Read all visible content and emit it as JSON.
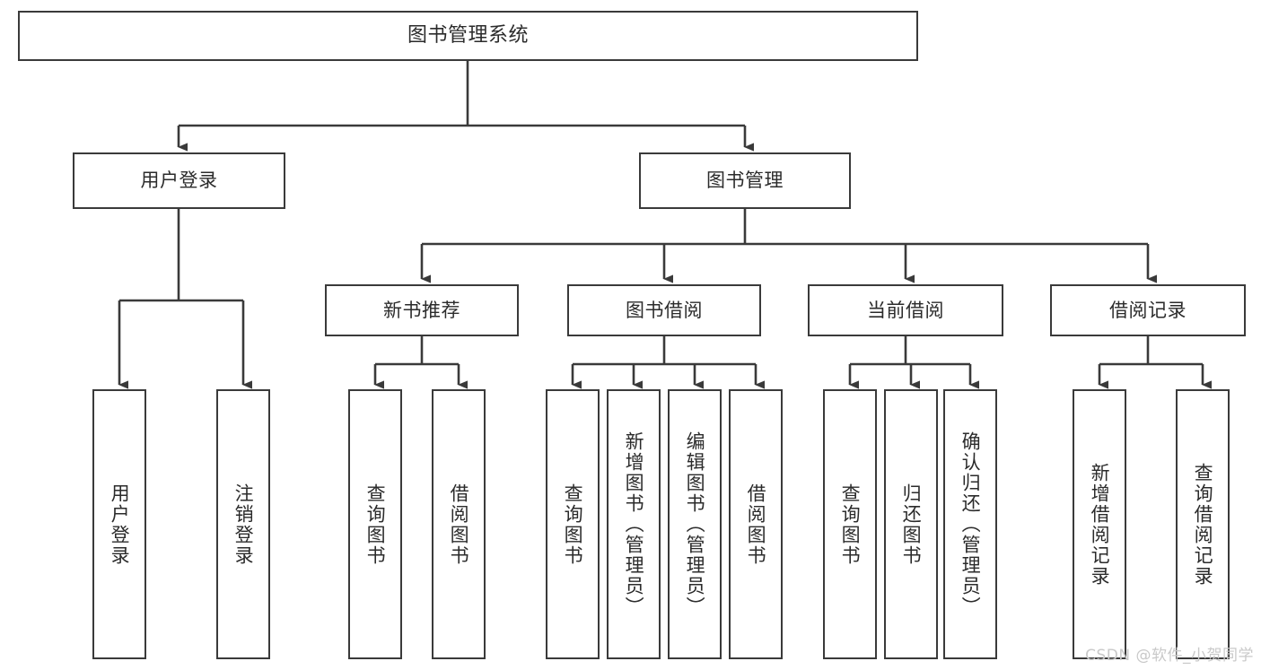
{
  "diagram": {
    "title": "图书管理系统",
    "type": "hierarchy-tree",
    "root": {
      "label": "图书管理系统"
    },
    "level1": [
      {
        "label": "用户登录"
      },
      {
        "label": "图书管理"
      }
    ],
    "level2": [
      {
        "label": "新书推荐"
      },
      {
        "label": "图书借阅"
      },
      {
        "label": "当前借阅"
      },
      {
        "label": "借阅记录"
      }
    ],
    "leaves": [
      {
        "label": "用户登录"
      },
      {
        "label": "注销登录"
      },
      {
        "label": "查询图书"
      },
      {
        "label": "借阅图书"
      },
      {
        "label": "查询图书"
      },
      {
        "label": "新增图书（管理员）"
      },
      {
        "label": "编辑图书（管理员）"
      },
      {
        "label": "借阅图书"
      },
      {
        "label": "查询图书"
      },
      {
        "label": "归还图书"
      },
      {
        "label": "确认归还（管理员）"
      },
      {
        "label": "新增借阅记录"
      },
      {
        "label": "查询借阅记录"
      }
    ]
  },
  "watermark": {
    "text": "CSDN @软件_小贺同学"
  },
  "colors": {
    "stroke": "#3a3a3a",
    "text": "#2b2b2b",
    "background": "#ffffff",
    "watermark": "#c9c9c9"
  }
}
